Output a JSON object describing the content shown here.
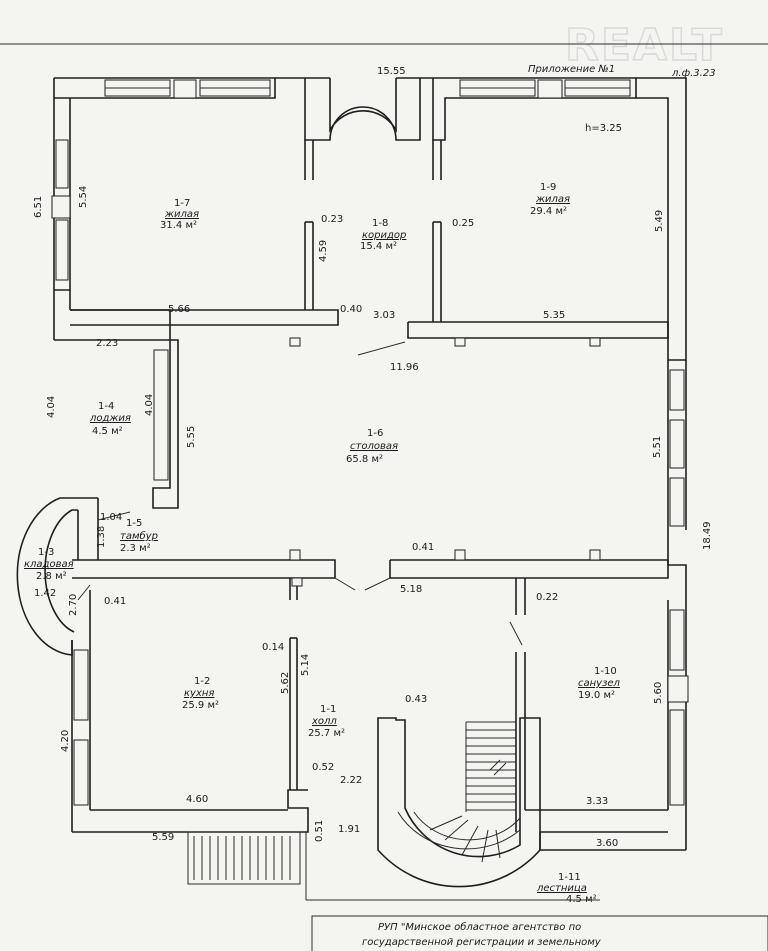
{
  "watermark": "REALT",
  "header": {
    "appendix": "Приложение №1",
    "sheet": "л.ф.3.23"
  },
  "ceiling_height": "h=3.25",
  "rooms": [
    {
      "id": "1-7",
      "name": "жилая",
      "area": "31.4 м²"
    },
    {
      "id": "1-8",
      "name": "коридор",
      "area": "15.4 м²"
    },
    {
      "id": "1-9",
      "name": "жилая",
      "area": "29.4 м²"
    },
    {
      "id": "1-4",
      "name": "лоджия",
      "area": "4.5 м²"
    },
    {
      "id": "1-6",
      "name": "столовая",
      "area": "65.8 м²"
    },
    {
      "id": "1-5",
      "name": "тамбур",
      "area": "2.3 м²"
    },
    {
      "id": "1-3",
      "name": "кладовая",
      "area": "2.8 м²"
    },
    {
      "id": "1-2",
      "name": "кухня",
      "area": "25.9 м²"
    },
    {
      "id": "1-1",
      "name": "холл",
      "area": "25.7 м²"
    },
    {
      "id": "1-10",
      "name": "санузел",
      "area": "19.0 м²"
    },
    {
      "id": "1-11",
      "name": "лестница",
      "area": "4.5 м²"
    }
  ],
  "dims": {
    "d15_55": "15.55",
    "d6_51": "6.51",
    "d5_54": "5.54",
    "d0_23": "0.23",
    "d4_59": "4.59",
    "d0_25": "0.25",
    "d5_49": "5.49",
    "d5_66": "5.66",
    "d0_40": "0.40",
    "d3_03": "3.03",
    "d5_35": "5.35",
    "d2_23": "2.23",
    "d11_96": "11.96",
    "d4_04a": "4.04",
    "d4_04b": "4.04",
    "d5_55": "5.55",
    "d5_51": "5.51",
    "d1_04": "1.04",
    "d1_38": "1.38",
    "d18_49": "18.49",
    "d0_41a": "0.41",
    "d5_18": "5.18",
    "d1_42": "1.42",
    "d2_70": "2.70",
    "d0_41b": "0.41",
    "d0_22": "0.22",
    "d0_14": "0.14",
    "d5_14": "5.14",
    "d5_62": "5.62",
    "d5_60": "5.60",
    "d0_43": "0.43",
    "d4_20": "4.20",
    "d0_52": "0.52",
    "d2_22": "2.22",
    "d4_60": "4.60",
    "d3_33": "3.33",
    "d5_59": "5.59",
    "d0_51": "0.51",
    "d1_91": "1.91",
    "d3_60": "3.60"
  },
  "stamp": {
    "line1": "РУП \"Минское областное агентство по",
    "line2": "государственной регистрации и земельному"
  }
}
